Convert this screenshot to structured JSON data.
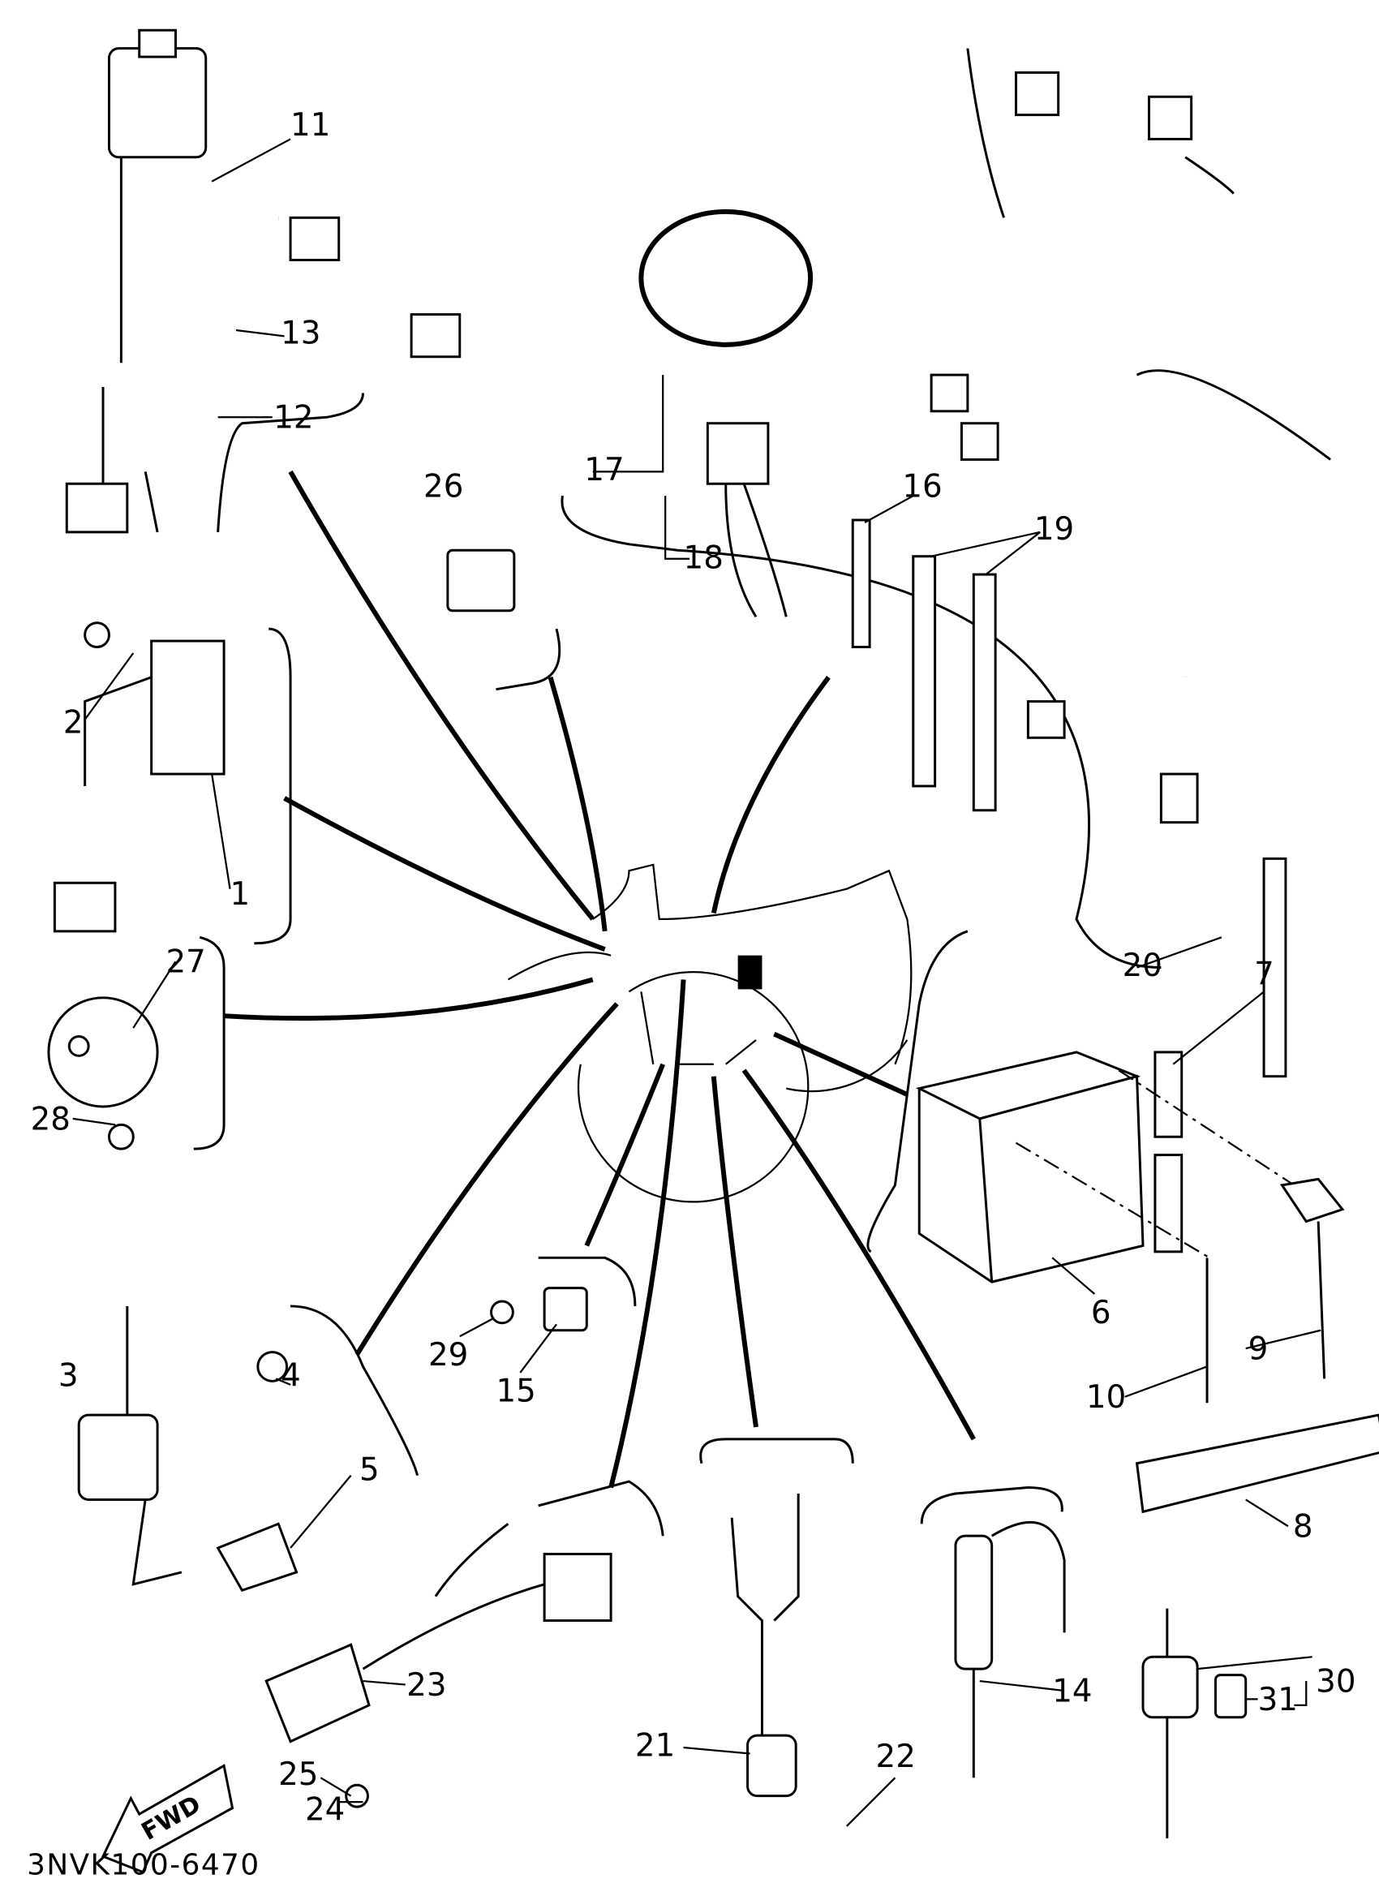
{
  "diagram": {
    "callouts": [
      "1",
      "2",
      "3",
      "4",
      "5",
      "6",
      "7",
      "8",
      "9",
      "10",
      "11",
      "12",
      "13",
      "14",
      "15",
      "16",
      "17",
      "18",
      "19",
      "20",
      "21",
      "22",
      "23",
      "24",
      "25",
      "26",
      "27",
      "28",
      "29",
      "30",
      "31"
    ],
    "direction_marker": "FWD",
    "diagram_code": "3NVK100-6470",
    "ink_color": "#000000",
    "background_color": "#ffffff"
  }
}
